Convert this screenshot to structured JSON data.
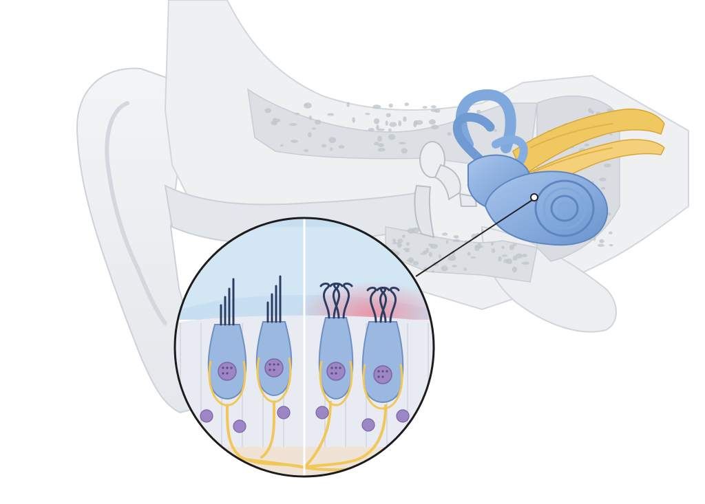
{
  "figure": {
    "subject": "ear-anatomy-hair-cells",
    "colors": {
      "background": "#ffffff",
      "ear_tissue": "#eef0f2",
      "ear_tissue_shade": "#dfe2e6",
      "ear_outline": "#c9ced4",
      "bone": "#d9dde2",
      "bone_pores": "#bfc5cc",
      "inner_ear_blue": "#7fa8dc",
      "inner_ear_blue_dark": "#5d86c0",
      "nerve_yellow": "#f1c75a",
      "nerve_yellow_dark": "#d9a531",
      "hair_cell_blue": "#9ab8e0",
      "nucleus_purple": "#9d86c4",
      "stereocilia_dark": "#2c3d63",
      "damage_red": "#f3a1ae",
      "membrane_blue": "#c7dff0",
      "callout_line": "#222222"
    },
    "panels": [
      {
        "id": "healthy-hair-cells",
        "cells": 2,
        "stereocilia": "straight"
      },
      {
        "id": "damaged-hair-cells",
        "cells": 2,
        "stereocilia": "bent"
      }
    ]
  }
}
